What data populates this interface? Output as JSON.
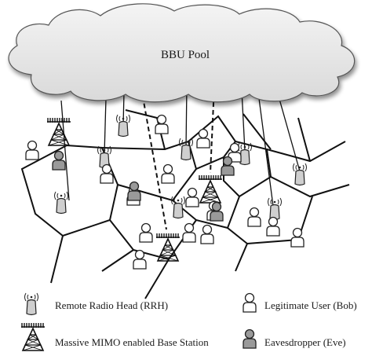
{
  "cloud": {
    "label": "BBU Pool"
  },
  "legend": {
    "rrh": "Remote Radio Head (RRH)",
    "bs": "Massive MIMO enabled Base Station",
    "bob": "Legitimate User (Bob)",
    "eve": "Eavesdropper (Eve)"
  },
  "icons": {
    "rrh": "rrh-icon",
    "bs": "base-station-tower-icon",
    "bob": "legitimate-user-icon",
    "eve": "eavesdropper-icon"
  },
  "colors": {
    "line": "#111111",
    "cloud_fill": "#e6e6e6",
    "bob_fill": "#ffffff",
    "eve_fill": "#9a9a9a"
  }
}
